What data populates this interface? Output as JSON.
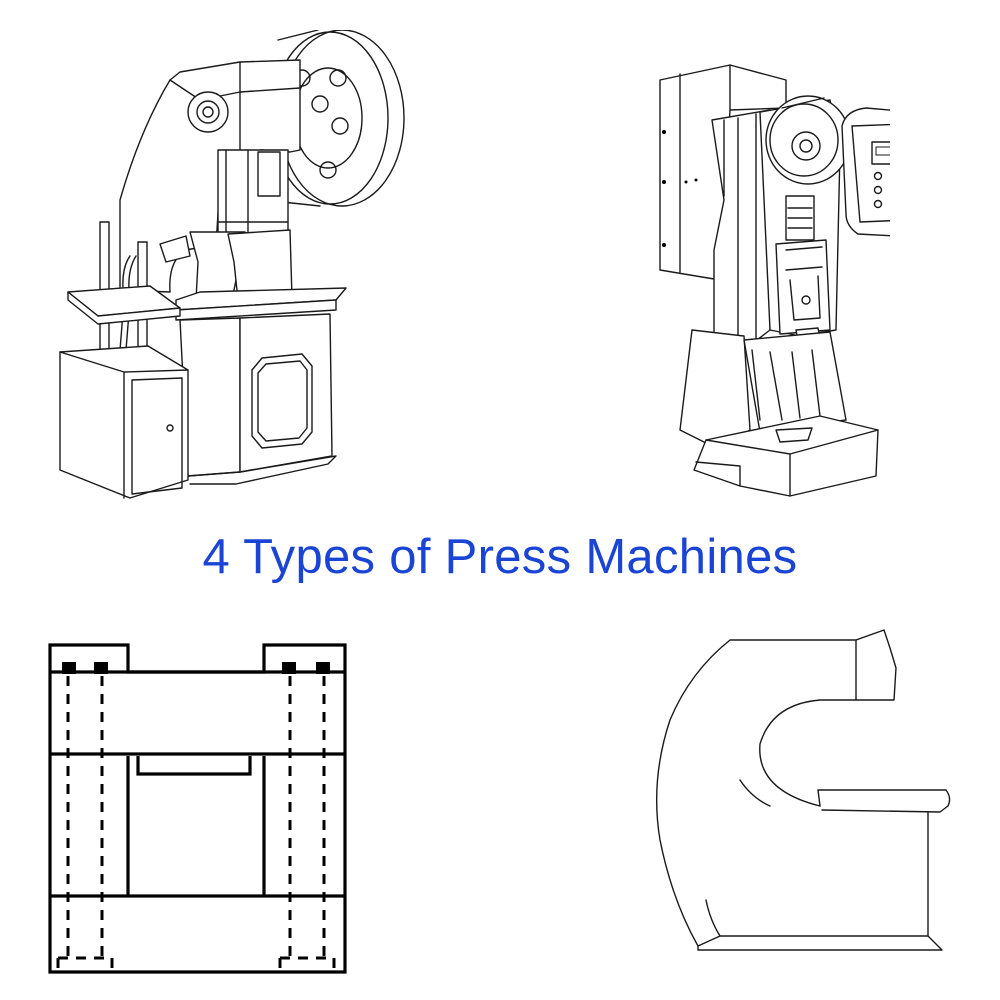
{
  "title": "4 Types of Press Machines",
  "colors": {
    "title": "#1a44d6",
    "line": "#1a1a1a",
    "background": "#ffffff"
  },
  "figures": [
    "c-frame-press-illustration",
    "servo-press-illustration",
    "four-column-press-drawing",
    "open-gap-press-drawing"
  ]
}
